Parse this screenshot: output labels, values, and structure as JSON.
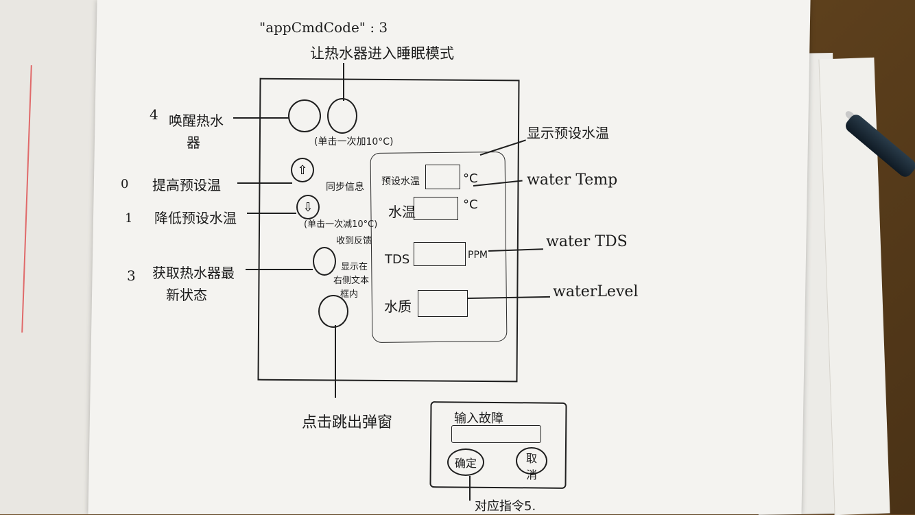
{
  "header": {
    "cmd_code": "\"appCmdCode\" : 3",
    "sleep_mode": "让热水器进入睡眠模式"
  },
  "left_labels": {
    "wake": {
      "number": "4",
      "label_line1": "唤醒热水",
      "label_line2": "器"
    },
    "raise": {
      "number": "0",
      "label": "提高预设温"
    },
    "lower": {
      "number": "1",
      "label": "降低预设水温"
    },
    "status": {
      "number": "3",
      "label_line1": "获取热水器最",
      "label_line2": "新状态"
    }
  },
  "notes": {
    "raise_step": "(单击一次加10°C)",
    "lower_step": "(单击一次减10°C)",
    "sync": "同步信息",
    "received": "收到反馈",
    "show_line1": "显示在",
    "show_line2": "右侧文本",
    "show_line3": "框内"
  },
  "panel": {
    "preset_label": "预设水温",
    "temp_label": "水温",
    "tds_label": "TDS",
    "quality_label": "水质",
    "unit_c": "°C",
    "unit_ppm": "PPM"
  },
  "right_labels": {
    "show_preset": "显示预设水温",
    "water_temp": "water Temp",
    "water_tds": "water TDS",
    "water_level": "waterLevel"
  },
  "popup": {
    "click_hint": "点击跳出弹窗",
    "title": "输入故障",
    "confirm": "确定",
    "cancel": "取消",
    "footer": "对应指令5."
  }
}
